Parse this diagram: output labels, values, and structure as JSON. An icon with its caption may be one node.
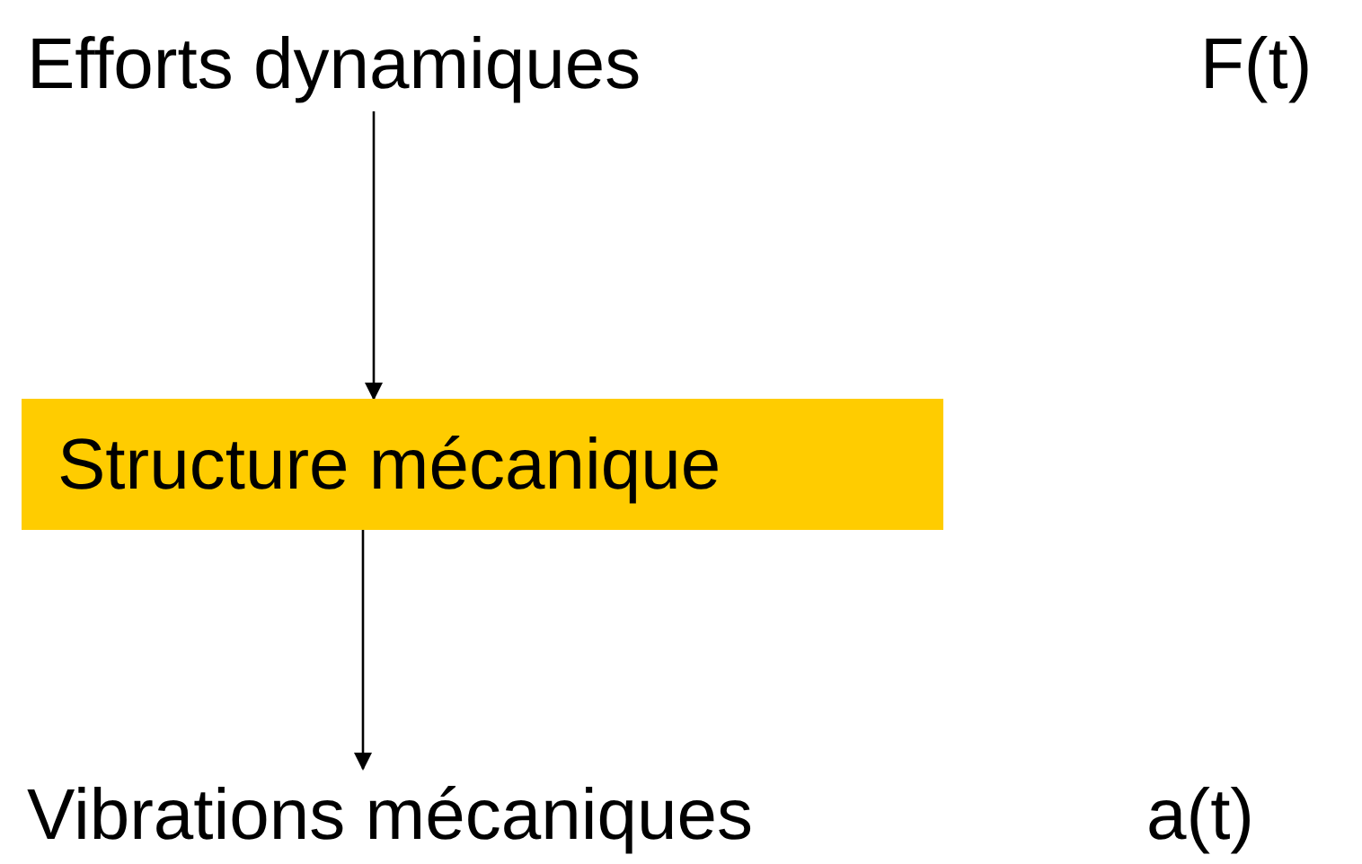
{
  "diagram": {
    "nodes": [
      {
        "text": [
          "Efforts dynamiques"
        ]
      },
      {
        "text": [
          "Structure mécanique"
        ]
      },
      {
        "text": [
          "Vibrations mécaniques"
        ]
      }
    ],
    "edges": [
      {
        "from": 0,
        "to": 1,
        "arrow": "to"
      },
      {
        "from": 1,
        "to": 2,
        "arrow": "to"
      }
    ],
    "labels": [
      "F(t)",
      "a(t)"
    ]
  }
}
